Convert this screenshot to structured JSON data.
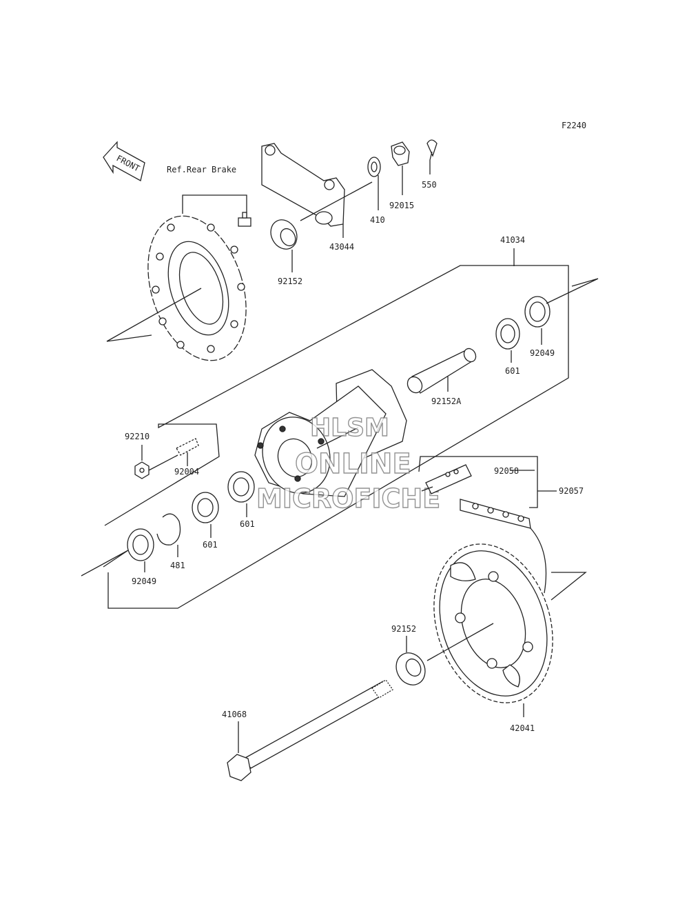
{
  "diagram": {
    "code": "F2240",
    "front_label": "FRONT",
    "ref_label": "Ref.Rear Brake",
    "watermark": [
      "HLSM",
      "ONLINE",
      "MICROFICHE"
    ],
    "parts": {
      "p550": "550",
      "p92015": "92015",
      "p410": "410",
      "p43044": "43044",
      "p92152_top": "92152",
      "p41034": "41034",
      "p92049_right": "92049",
      "p601_right": "601",
      "p92152A": "92152A",
      "p92210": "92210",
      "p92004": "92004",
      "p601_mid": "601",
      "p601_left": "601",
      "p481": "481",
      "p92049_left": "92049",
      "p92058": "92058",
      "p92057": "92057",
      "p92152_bottom": "92152",
      "p42041": "42041",
      "p41068": "41068"
    }
  }
}
